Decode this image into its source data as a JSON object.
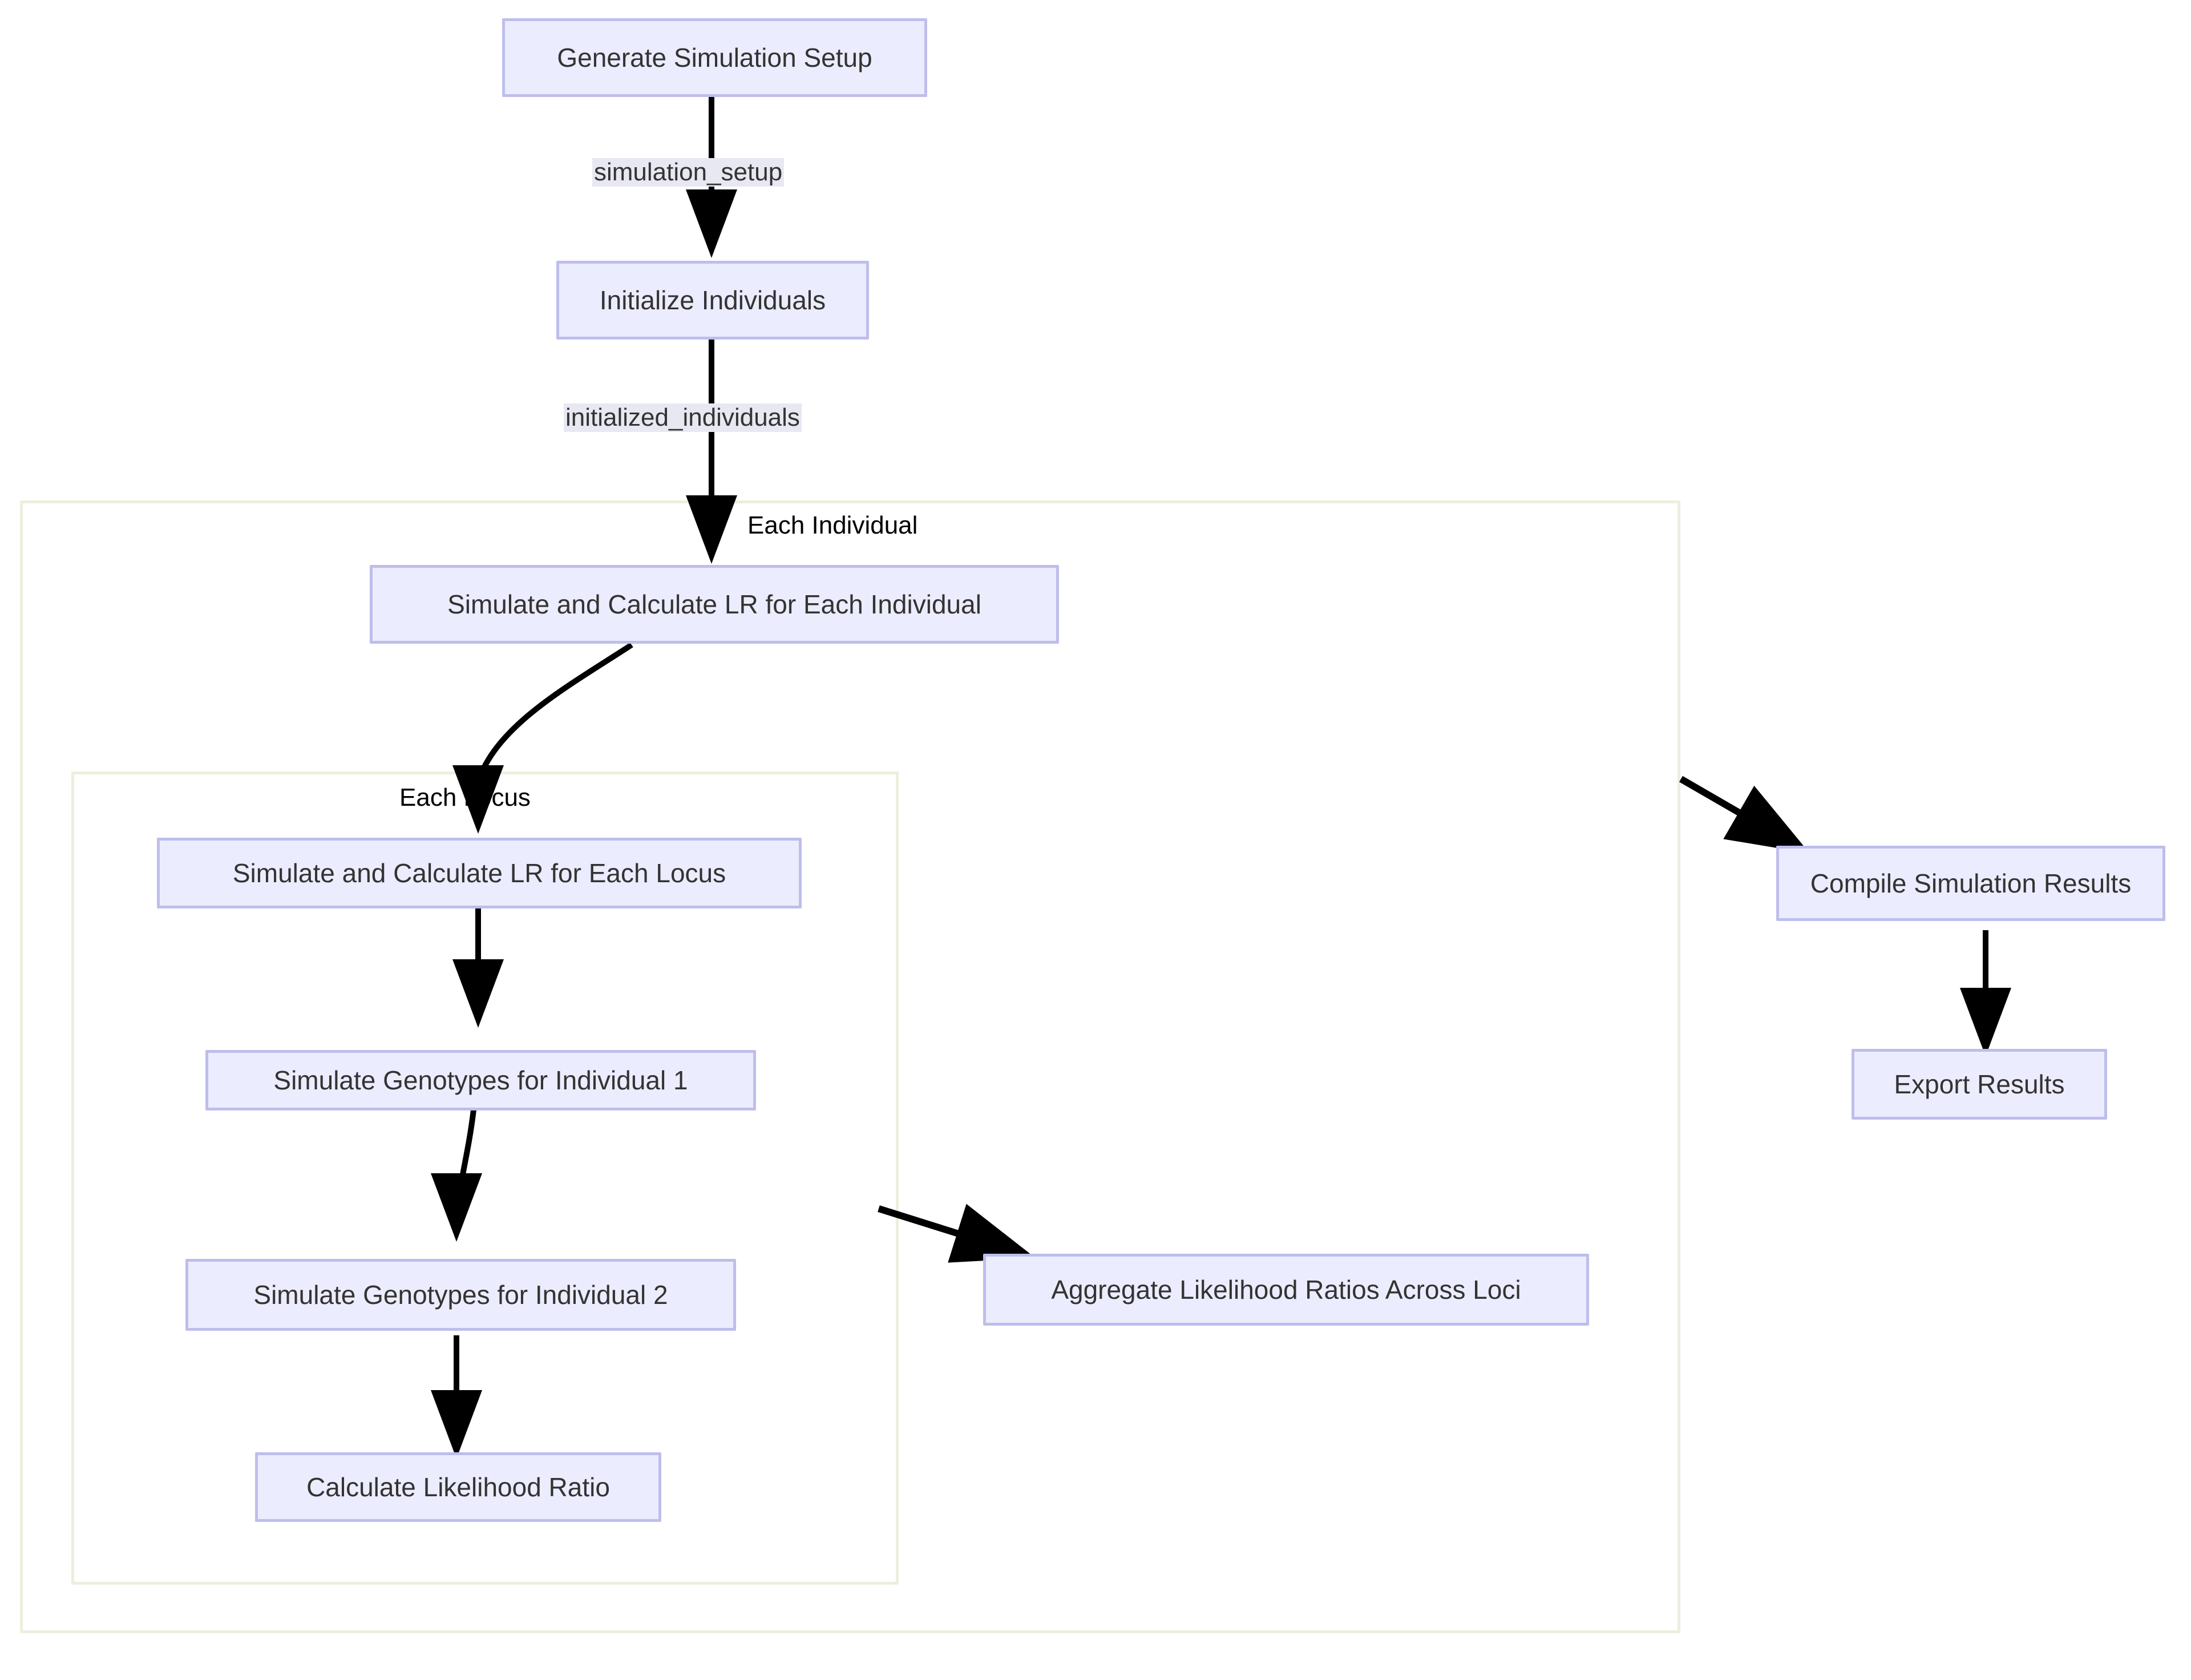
{
  "diagram": {
    "type": "flowchart",
    "direction": "top-down",
    "colors": {
      "node_fill": "#ececff",
      "node_border": "#bebeec",
      "node_text": "#333333",
      "subgraph_border": "#eeeedd",
      "edge_stroke": "#000000",
      "edge_label_background": "#e8e8f2",
      "background": "#ffffff"
    },
    "nodes": [
      {
        "id": "generate_setup",
        "label": "Generate Simulation Setup"
      },
      {
        "id": "initialize_individuals",
        "label": "Initialize Individuals"
      },
      {
        "id": "simulate_lr_individual",
        "label": "Simulate and Calculate LR for Each Individual"
      },
      {
        "id": "simulate_lr_locus",
        "label": "Simulate and Calculate LR for Each Locus"
      },
      {
        "id": "simulate_genotypes_1",
        "label": "Simulate Genotypes for Individual 1"
      },
      {
        "id": "simulate_genotypes_2",
        "label": "Simulate Genotypes for Individual 2"
      },
      {
        "id": "calculate_lr",
        "label": "Calculate Likelihood Ratio"
      },
      {
        "id": "aggregate_lr",
        "label": "Aggregate Likelihood Ratios Across Loci"
      },
      {
        "id": "compile_results",
        "label": "Compile Simulation Results"
      },
      {
        "id": "export_results",
        "label": "Export Results"
      }
    ],
    "edge_labels": [
      {
        "id": "simulation_setup",
        "label": "simulation_setup",
        "styled": true
      },
      {
        "id": "initialized_individuals",
        "label": "initialized_individuals",
        "styled": true
      },
      {
        "id": "each_individual",
        "label": "Each Individual",
        "styled": false
      },
      {
        "id": "each_locus",
        "label": "Each Locus",
        "styled": false
      }
    ],
    "subgraphs": [
      {
        "id": "each_individual_group",
        "label": ""
      },
      {
        "id": "each_locus_group",
        "label": ""
      }
    ],
    "edges": [
      {
        "from": "generate_setup",
        "to": "initialize_individuals",
        "label": "simulation_setup"
      },
      {
        "from": "initialize_individuals",
        "to": "simulate_lr_individual",
        "label": "initialized_individuals"
      },
      {
        "from": "simulate_lr_individual",
        "to": "simulate_lr_locus",
        "label": "Each Locus"
      },
      {
        "from": "simulate_lr_locus",
        "to": "simulate_genotypes_1",
        "label": ""
      },
      {
        "from": "simulate_genotypes_1",
        "to": "simulate_genotypes_2",
        "label": ""
      },
      {
        "from": "simulate_genotypes_2",
        "to": "calculate_lr",
        "label": ""
      },
      {
        "from": "each_locus_group",
        "to": "aggregate_lr",
        "label": ""
      },
      {
        "from": "each_individual_group",
        "to": "compile_results",
        "label": ""
      },
      {
        "from": "compile_results",
        "to": "export_results",
        "label": ""
      }
    ]
  }
}
